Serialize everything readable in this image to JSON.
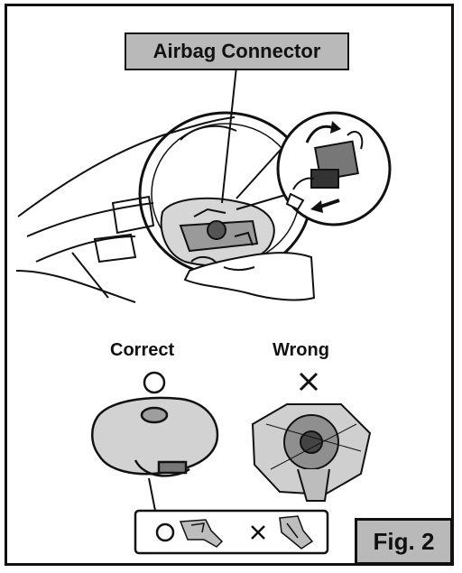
{
  "callout": {
    "label": "Airbag Connector"
  },
  "comparison": {
    "correct": {
      "label": "Correct",
      "symbol": "circle-mark-icon"
    },
    "wrong": {
      "label": "Wrong",
      "symbol": "cross-mark-icon"
    }
  },
  "figure": {
    "label": "Fig. 2"
  }
}
